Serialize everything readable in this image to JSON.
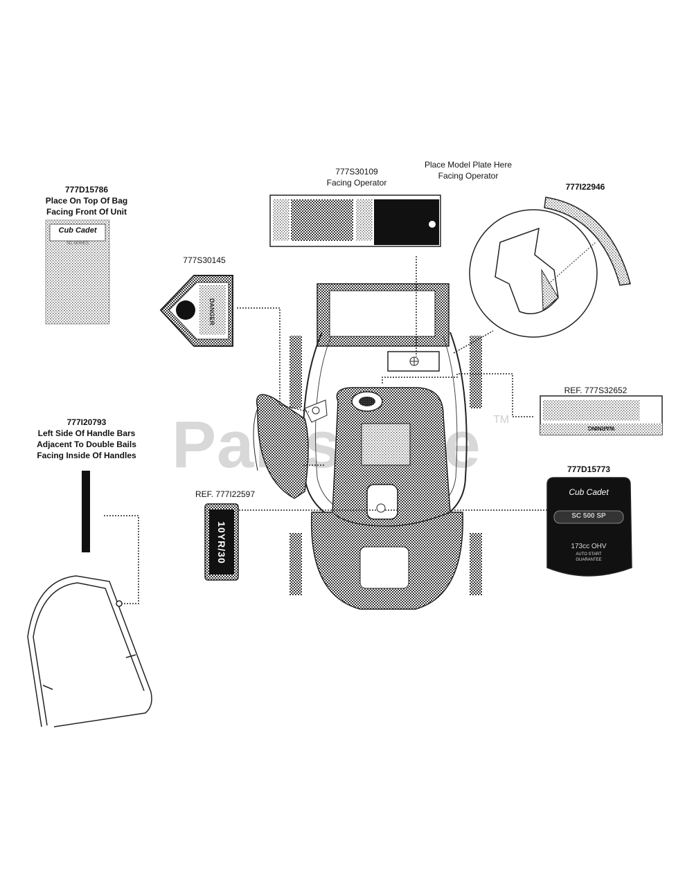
{
  "watermark": {
    "text": "PartsTree",
    "tm": "TM"
  },
  "callouts": {
    "bag": {
      "part": "777D15786",
      "line1": "Place On Top Of Bag",
      "line2": "Facing Front Of Unit"
    },
    "operator": {
      "part": "777S30109",
      "line1": "Facing Operator"
    },
    "model_plate": {
      "line1": "Place Model Plate Here",
      "line2": "Facing Operator"
    },
    "deflector": {
      "part": "777I22946"
    },
    "danger": {
      "part": "777S30145"
    },
    "warning_ref": {
      "part": "REF. 777S32652"
    },
    "handle": {
      "part": "777I20793",
      "line1": "Left Side Of Handle Bars",
      "line2": "Adjacent To Double Bails",
      "line3": "Facing Inside Of Handles"
    },
    "engine": {
      "part": "777D15773"
    },
    "ref_plate": {
      "part": "REF. 777I22597"
    }
  },
  "decals": {
    "bag_logo": "Cub Cadet",
    "bag_series": "SC SERIES",
    "danger_word": "DANGER",
    "engine_logo": "Cub Cadet",
    "engine_model": "SC 500 SP",
    "engine_spec": "173cc OHV",
    "engine_sub1": "AUTO START",
    "engine_sub2": "GUARANTEE",
    "ref_plate_text": "10YR/30",
    "warning_word": "WARNING"
  }
}
